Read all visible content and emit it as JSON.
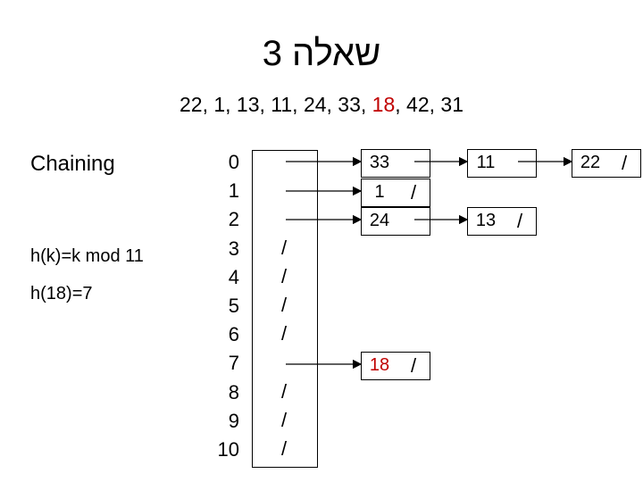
{
  "title": "שאלה 3",
  "sequence": {
    "before": "22, 1, 13, 11, 24, 33, ",
    "highlight": "18",
    "after": ", 42, 31"
  },
  "side": {
    "method": "Chaining",
    "hash_fn": "h(k)=k mod 11",
    "example": "h(18)=7"
  },
  "table": {
    "indices": [
      "0",
      "1",
      "2",
      "3",
      "4",
      "5",
      "6",
      "7",
      "8",
      "9",
      "10"
    ],
    "null_slots": [
      "3",
      "4",
      "5",
      "6",
      "8",
      "9",
      "10"
    ],
    "null_mark": "/"
  },
  "nodes": [
    {
      "id": "n33",
      "value": "33"
    },
    {
      "id": "n11",
      "value": "11"
    },
    {
      "id": "n22",
      "value": "22"
    },
    {
      "id": "n1",
      "value": "1"
    },
    {
      "id": "n24",
      "value": "24"
    },
    {
      "id": "n13",
      "value": "13"
    },
    {
      "id": "n18",
      "value": "18",
      "color": "#c00000"
    }
  ],
  "colors": {
    "highlight": "#c00000"
  }
}
